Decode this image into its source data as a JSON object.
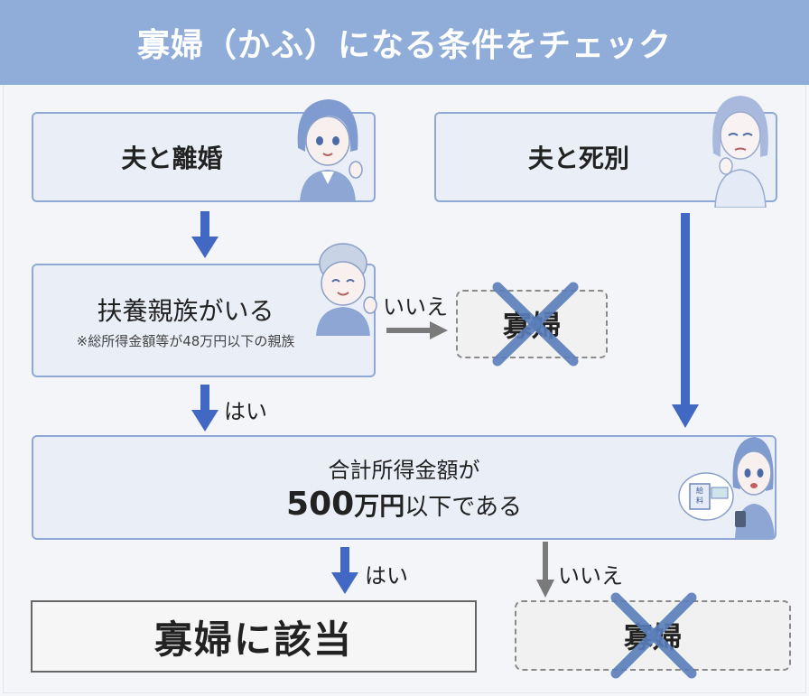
{
  "header": {
    "title": "寡婦（かふ）になる条件をチェック"
  },
  "boxes": {
    "divorce": "夫と離婚",
    "death": "夫と死別",
    "dependent": "扶養親族がいる",
    "dependent_note": "※総所得金額等が48万円以下の親族",
    "income_line1": "合計所得金額が",
    "income_amount": "500",
    "income_unit": "万円",
    "income_rest": "以下である"
  },
  "labels": {
    "no_1": "いいえ",
    "yes_1": "はい",
    "yes_2": "はい",
    "no_2": "いいえ"
  },
  "outcomes": {
    "not_widow_1": "寡婦",
    "not_widow_2": "寡婦",
    "widow": "寡婦に該当"
  },
  "illustration": {
    "envelope_text": "給料"
  },
  "colors": {
    "header_bg": "#8fadd8",
    "box_fill": "#eaeff7",
    "box_border": "#8fa8d6",
    "arrow_blue": "#4169c4",
    "arrow_gray": "#7a7a7a",
    "cross_blue": "#5a7ebb"
  }
}
